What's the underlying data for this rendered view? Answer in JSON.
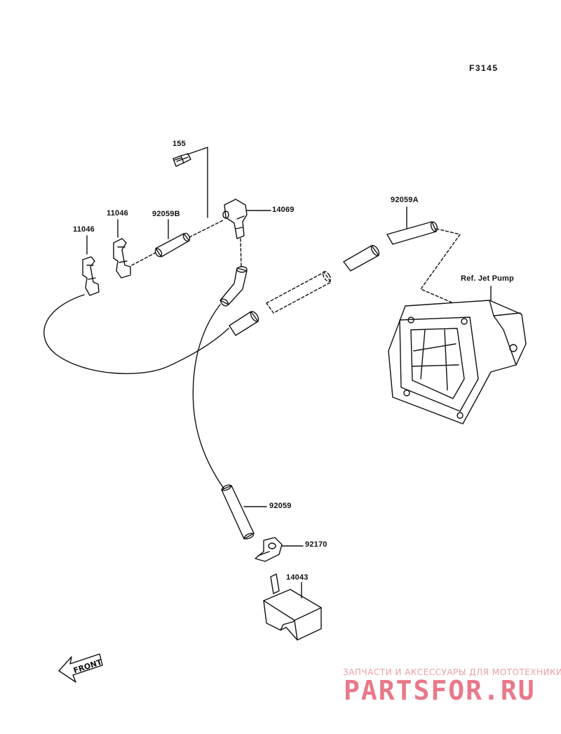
{
  "figure_code": "F3145",
  "parts": [
    {
      "id": "part-155",
      "label": "155"
    },
    {
      "id": "part-11046-a",
      "label": "11046"
    },
    {
      "id": "part-11046-b",
      "label": "11046"
    },
    {
      "id": "part-92059b",
      "label": "92059B"
    },
    {
      "id": "part-14069",
      "label": "14069"
    },
    {
      "id": "part-92059a",
      "label": "92059A"
    },
    {
      "id": "part-92059",
      "label": "92059"
    },
    {
      "id": "part-92170",
      "label": "92170"
    },
    {
      "id": "part-14043",
      "label": "14043"
    }
  ],
  "reference_label": "Ref. Jet Pump",
  "front_label": "FRONT",
  "watermark": {
    "tagline": "ЗАПЧАСТИ И АКСЕССУАРЫ ДЛЯ МОТОТЕХНИКИ",
    "logo": "PARTSFOR.RU"
  }
}
